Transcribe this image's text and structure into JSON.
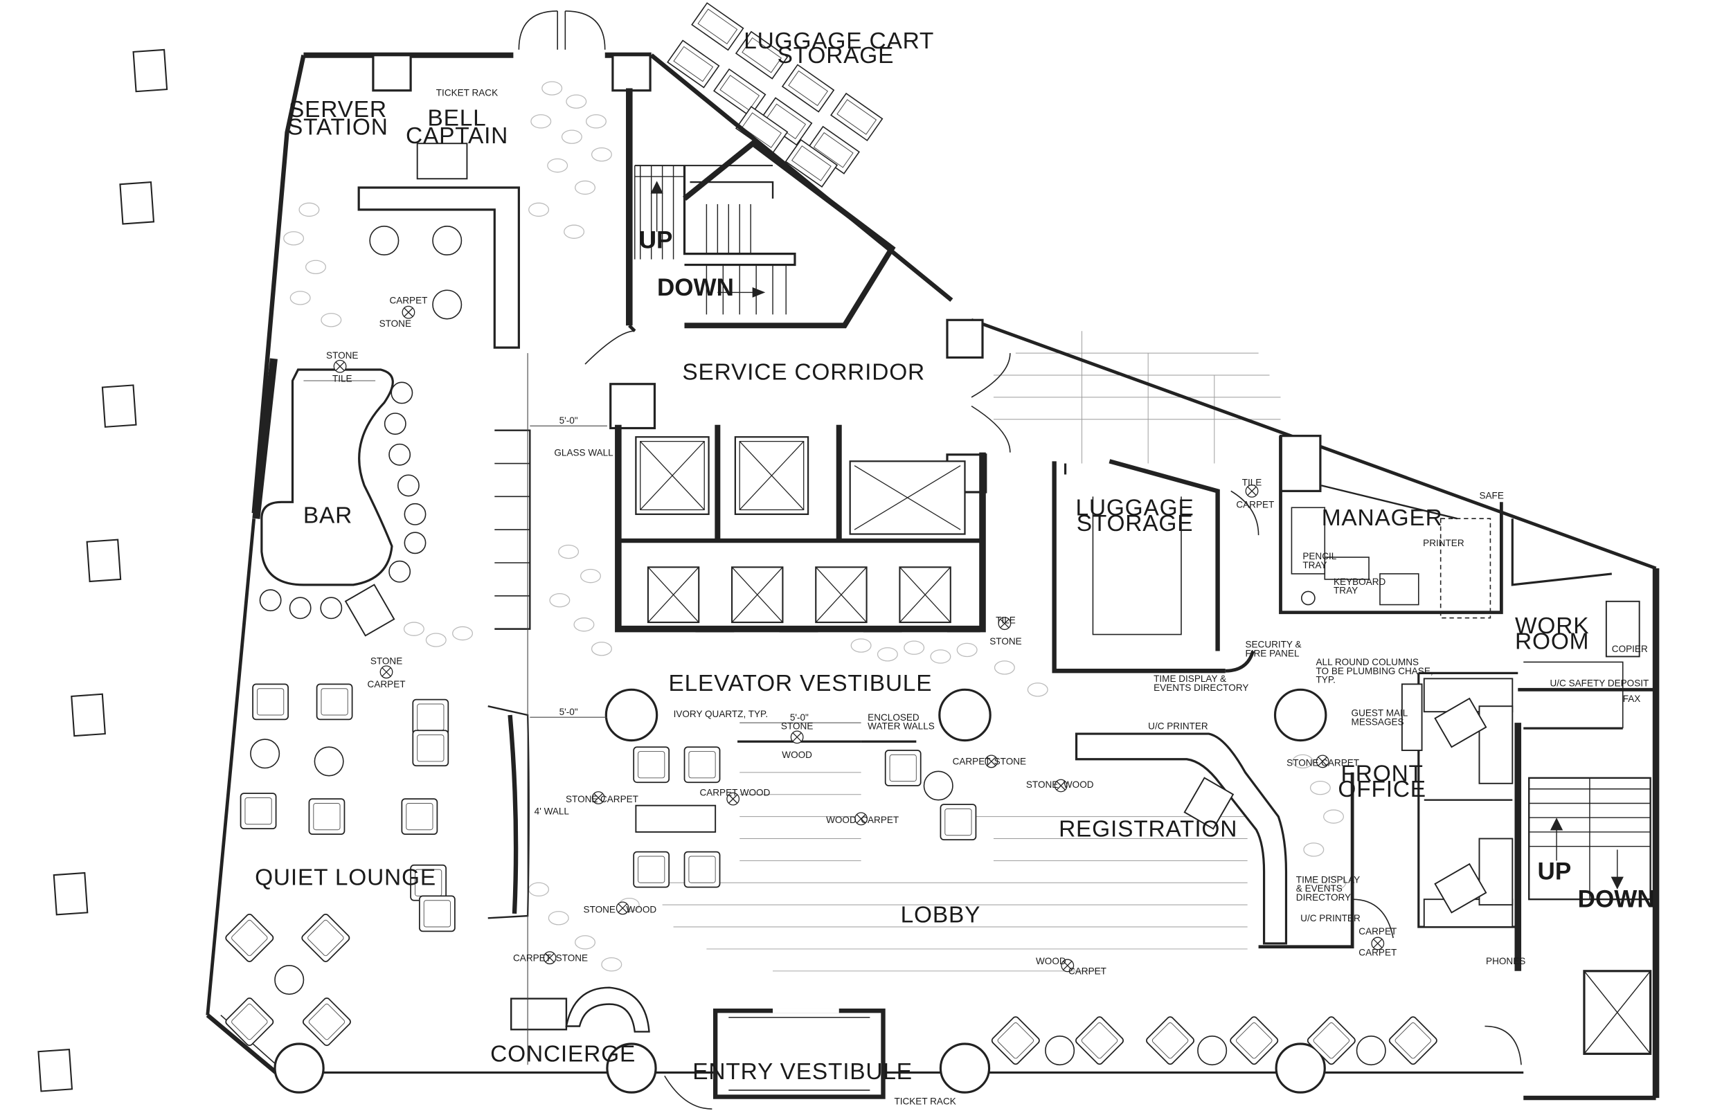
{
  "rooms": {
    "server_station": [
      "SERVER",
      "STATION"
    ],
    "bell_captain": [
      "BELL",
      "CAPTAIN"
    ],
    "luggage_cart_storage": [
      "LUGGAGE CART",
      "STORAGE"
    ],
    "bar": "BAR",
    "service_corridor": "SERVICE CORRIDOR",
    "luggage_storage": [
      "LUGGAGE",
      "STORAGE"
    ],
    "manager": "MANAGER",
    "work_room": [
      "WORK",
      "ROOM"
    ],
    "elevator_vestibule": "ELEVATOR VESTIBULE",
    "registration": "REGISTRATION",
    "front_office": [
      "FRONT",
      "OFFICE"
    ],
    "quiet_lounge": "QUIET LOUNGE",
    "lobby": "LOBBY",
    "concierge": "CONCIERGE",
    "entry_vestibule": "ENTRY VESTIBULE"
  },
  "stairs": {
    "up": "UP",
    "down": "DOWN"
  },
  "notes": {
    "ticket_rack_top": "TICKET RACK",
    "ticket_rack_bottom": "TICKET RACK",
    "glass_wall": "GLASS WALL",
    "four_ft_wall": "4' WALL",
    "ivory_quartz": "IVORY QUARTZ, TYP.",
    "enclosed_water_walls": [
      "ENCLOSED",
      "WATER WALLS"
    ],
    "security_fire_panel": [
      "SECURITY &",
      "FIRE PANEL"
    ],
    "time_display_top": [
      "TIME DISPLAY &",
      "EVENTS DIRECTORY"
    ],
    "time_display_right": [
      "TIME DISPLAY",
      "& EVENTS",
      "DIRECTORY"
    ],
    "round_columns": [
      "ALL ROUND COLUMNS",
      "TO BE PLUMBING CHASE,",
      "TYP."
    ],
    "uc_printer_reg": "U/C PRINTER",
    "uc_printer_fo": "U/C PRINTER",
    "guest_mail": [
      "GUEST MAIL",
      "MESSAGES"
    ],
    "uc_safety_deposit": "U/C SAFETY DEPOSIT",
    "fax": "FAX",
    "copier": "COPIER",
    "printer": "PRINTER",
    "safe": "SAFE",
    "pencil_tray": [
      "PENCIL",
      "TRAY"
    ],
    "keyboard_tray": [
      "KEYBOARD",
      "TRAY"
    ],
    "phones": "PHONES",
    "dim_5ft": "5'-0\""
  },
  "materials": {
    "carpet": "CARPET",
    "stone": "STONE",
    "tile": "TILE",
    "wood": "WOOD"
  }
}
